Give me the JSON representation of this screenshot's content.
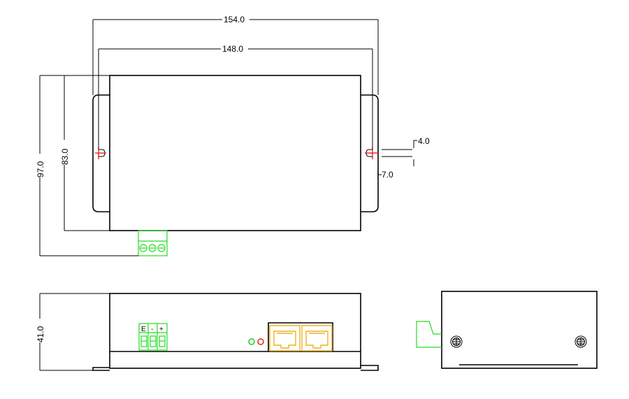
{
  "dimensions": {
    "overall_width": "154.0",
    "hole_spacing": "148.0",
    "overall_height": "97.0",
    "body_height": "83.0",
    "slot_width": "4.0",
    "slot_offset": "7.0",
    "side_height": "41.0"
  },
  "terminal_labels": {
    "e": "E",
    "minus": "-",
    "plus": "+"
  },
  "colors": {
    "outline": "#000000",
    "terminal": "#22dd22",
    "rj45": "#f0b020",
    "center_mark": "#ee0000",
    "led_green": "#22cc22",
    "led_red": "#ee2222"
  }
}
